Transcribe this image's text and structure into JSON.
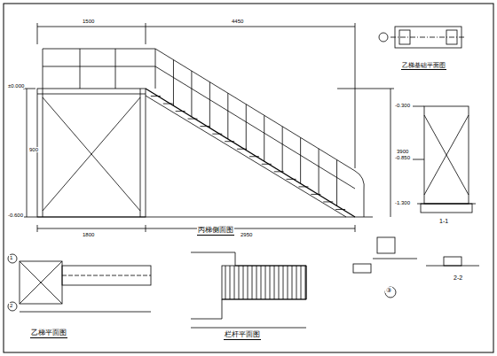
{
  "diagram": {
    "labels": [
      "丙梯侧面图",
      "乙梯基础平面图",
      "乙梯平面图",
      "栏杆平面图",
      "1-1",
      "2-2",
      "③",
      "±0.000",
      "-0.600",
      "-0.300",
      "-0.850",
      "-1.300",
      "4450",
      "1500",
      "2950",
      "3900",
      "1800",
      "900",
      "1",
      "2"
    ]
  }
}
